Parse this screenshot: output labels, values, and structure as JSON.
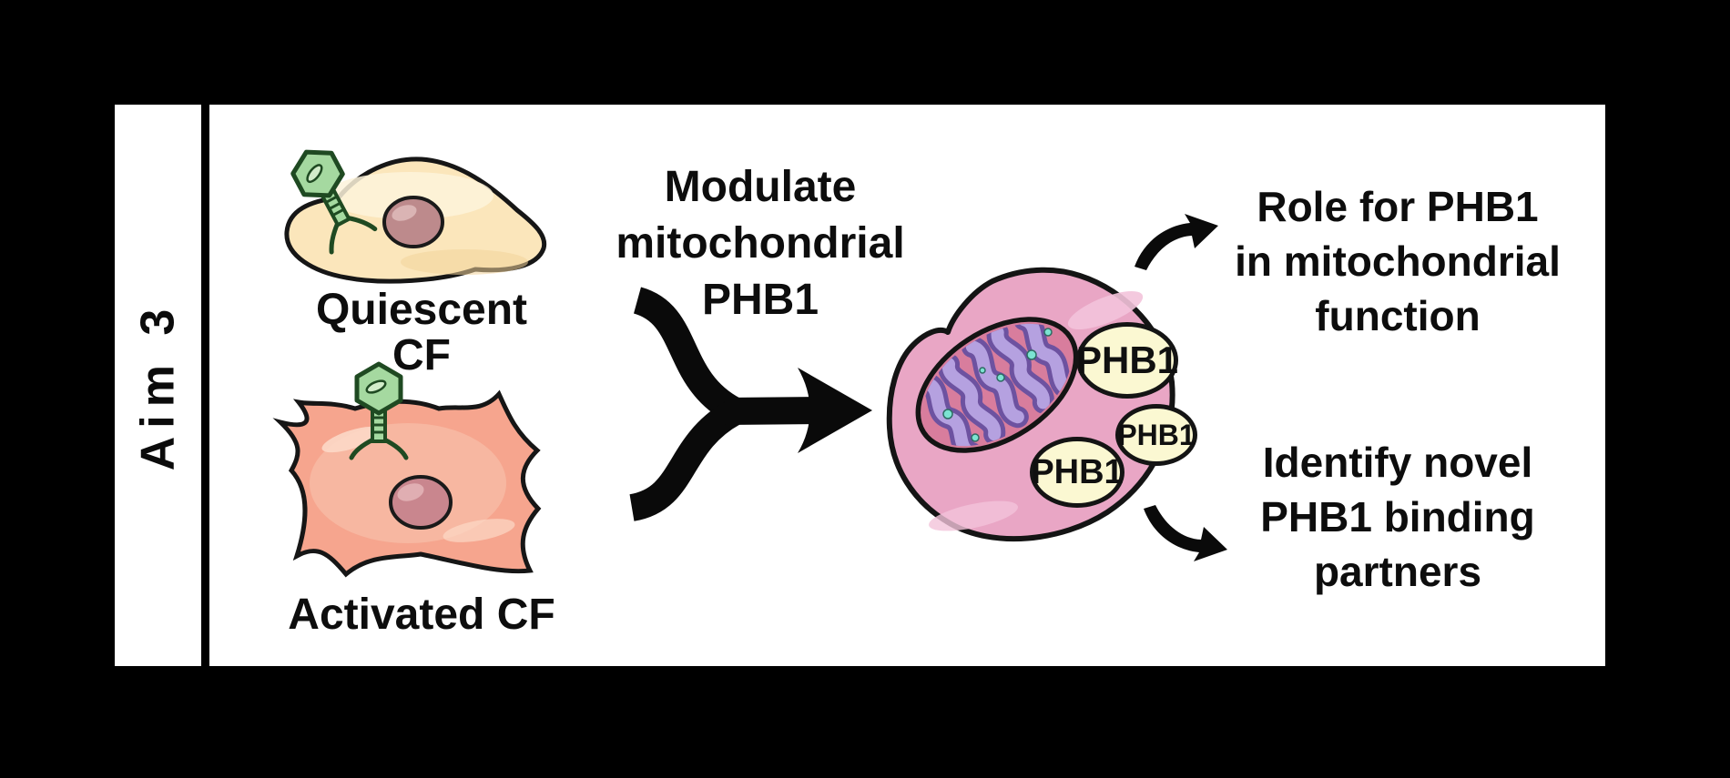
{
  "figure": {
    "aim_label": "Aim 3",
    "inputs": [
      {
        "id": "quiescent",
        "label": "Quiescent CF"
      },
      {
        "id": "activated",
        "label": "Activated CF"
      }
    ],
    "process": {
      "line1": "Modulate",
      "line2": "mitochondrial",
      "line3": "PHB1"
    },
    "mitochondrion": {
      "phb1_labels": [
        "PHB1",
        "PHB1",
        "PHB1"
      ]
    },
    "outcomes": [
      {
        "line1": "Role for PHB1",
        "line2": "in mitochondrial",
        "line3": "function"
      },
      {
        "line1": "Identify novel",
        "line2": "PHB1 binding",
        "line3": "partners"
      }
    ]
  },
  "icons": {
    "bacteriophage": "bacteriophage-icon",
    "merge_arrow": "merge-arrow-icon",
    "curved_arrow_up": "curved-arrow-up-icon",
    "curved_arrow_down": "curved-arrow-down-icon"
  },
  "colors": {
    "canvas_bg": "#000000",
    "panel_bg": "#ffffff",
    "text": "#0d0d0d",
    "arrow_black": "#0a0a0a",
    "phage_green": "#a5d9a0",
    "phage_outline": "#1f4a22",
    "quiescent_fill": "#fbe6bb",
    "quiescent_highlight": "#fdf3da",
    "activated_fill": "#f6a58e",
    "activated_highlight": "#f9c3ad",
    "nucleus_fill": "#bd8a8c",
    "mito_outer": "#e9a6c5",
    "mito_inner": "#d87d9d",
    "cristae_light": "#b5a1e0",
    "cristae_dark": "#6d52a0",
    "granule_teal": "#7ce3d2",
    "phb1_oval_fill": "#fbf8d2"
  }
}
